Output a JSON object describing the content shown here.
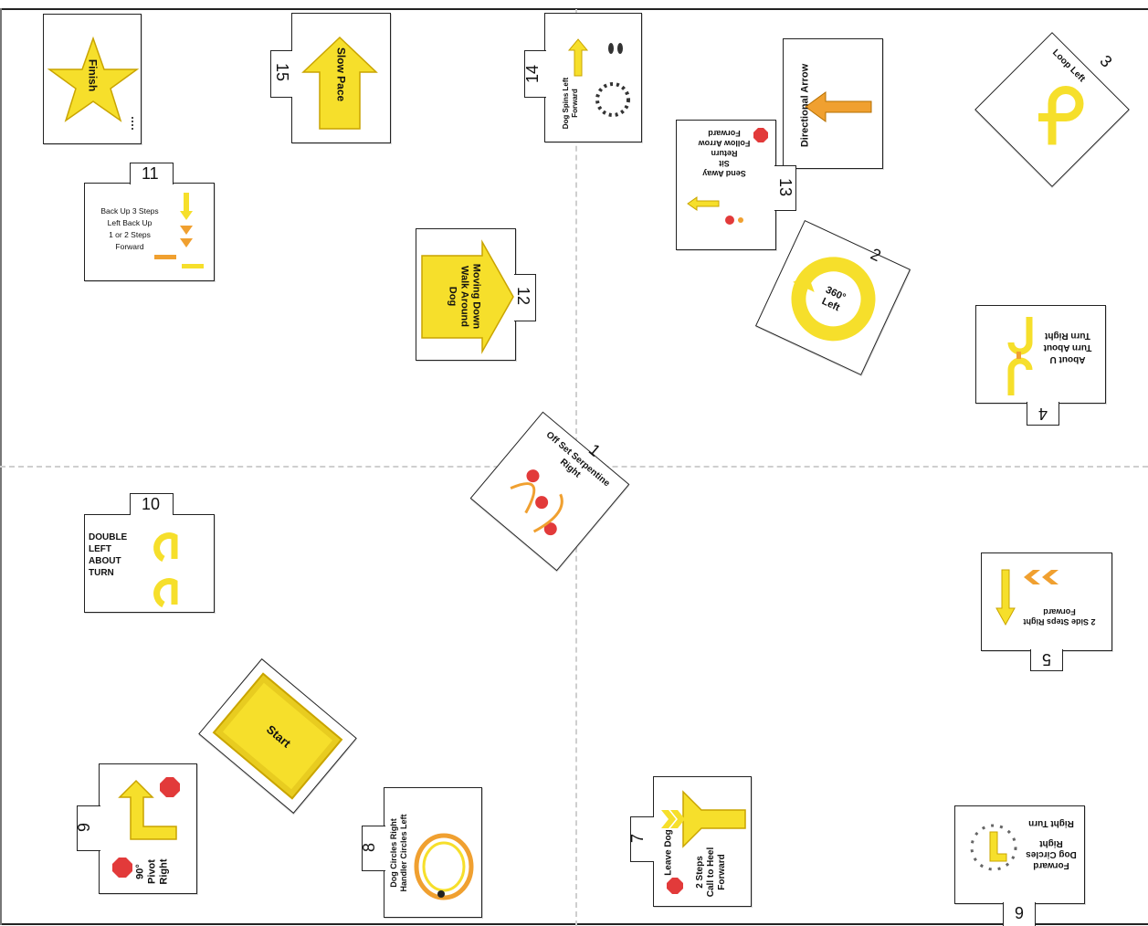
{
  "colors": {
    "yellow": "#f6df2b",
    "yellow_dark": "#c9a400",
    "orange": "#f0a030",
    "stop_red": "#e23a3a",
    "line": "#cfcfcf"
  },
  "signs": {
    "s1": {
      "number": "1",
      "text": "Off Set Serpentine Right"
    },
    "s2": {
      "number": "2",
      "text": "360° Left"
    },
    "s3": {
      "number": "3",
      "text": "Loop Left"
    },
    "s4": {
      "number": "4",
      "text": "About U Turn About Turn Right"
    },
    "s5": {
      "number": "5",
      "text": "2 Side Steps Right Forward"
    },
    "s6": {
      "number": "6",
      "line1": "Right Turn",
      "line2": "Dog Circles Right",
      "line3": "Forward"
    },
    "s7": {
      "number": "7",
      "line1": "Leave Dog",
      "line2": "2 Steps",
      "line3": "Call to Heel",
      "line4": "Forward"
    },
    "s8": {
      "number": "8",
      "line1": "Dog Circles Right",
      "line2": "Handler Circles Left"
    },
    "s9": {
      "number": "9",
      "line1": "90°",
      "line2": "Pivot",
      "line3": "Right"
    },
    "s10": {
      "number": "10",
      "line1": "DOUBLE",
      "line2": "LEFT",
      "line3": "ABOUT",
      "line4": "TURN"
    },
    "s11": {
      "number": "11",
      "line1": "Back Up 3 Steps",
      "line2": "Left Back Up",
      "line3": "1 or 2 Steps",
      "line4": "Forward"
    },
    "s12": {
      "number": "12",
      "line1": "Moving Down",
      "line2": "Walk Around",
      "line3": "Dog"
    },
    "s13": {
      "number": "13",
      "line1": "Send Away Sit",
      "line2": "Return",
      "line3": "Follow Arrow",
      "line4": "Forward"
    },
    "s14": {
      "number": "14",
      "line1": "Dog Spins Left",
      "line2": "Forward"
    },
    "s15": {
      "number": "15",
      "text": "Slow Pace"
    },
    "directional": {
      "text": "Directional Arrow"
    },
    "finish": {
      "text": "Finish"
    },
    "start": {
      "text": "Start"
    }
  }
}
